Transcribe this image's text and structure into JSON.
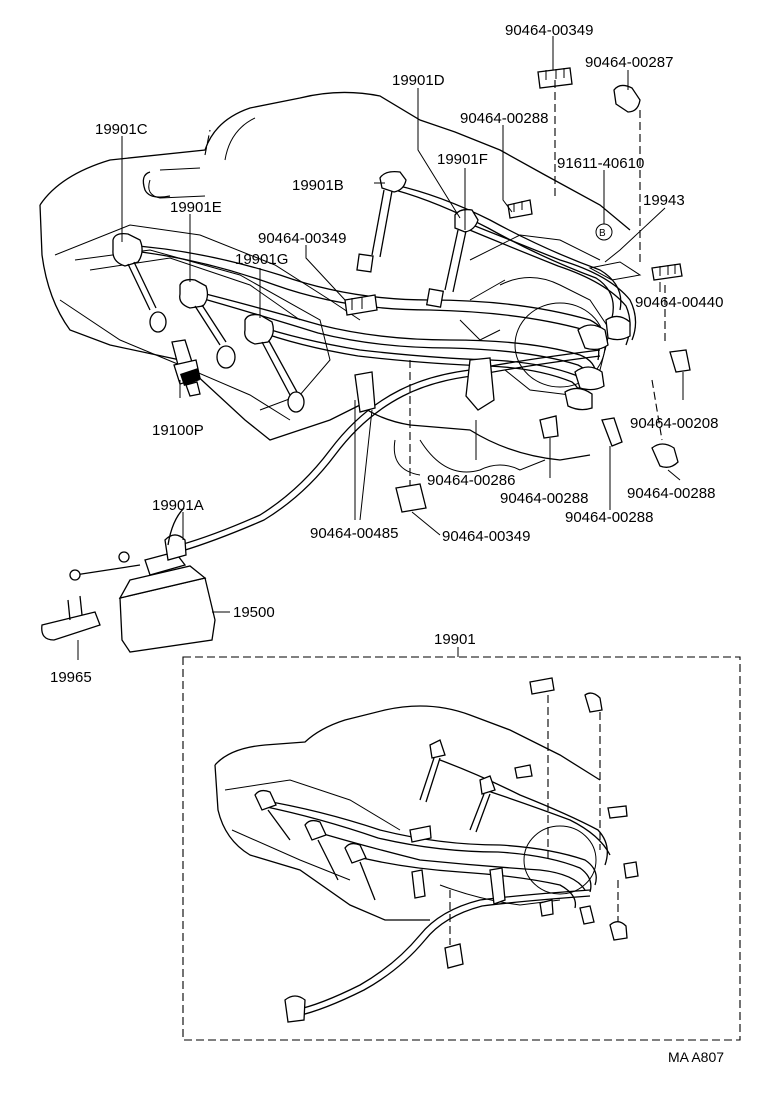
{
  "labels": {
    "p_90464_00349_top": "90464-00349",
    "p_90464_00287": "90464-00287",
    "p_19901D": "19901D",
    "p_90464_00288_a": "90464-00288",
    "p_19901C": "19901C",
    "p_19901F": "19901F",
    "p_91611_40610": "91611-40610",
    "p_19901B": "19901B",
    "p_19943": "19943",
    "p_19901E": "19901E",
    "p_90464_00349_mid": "90464-00349",
    "p_19901G": "19901G",
    "p_90464_00440": "90464-00440",
    "p_90464_00208": "90464-00208",
    "p_19100P": "19100P",
    "p_90464_00286": "90464-00286",
    "p_90464_00288_b": "90464-00288",
    "p_90464_00288_c": "90464-00288",
    "p_90464_00288_d": "90464-00288",
    "p_19901A": "19901A",
    "p_90464_00485": "90464-00485",
    "p_90464_00349_low": "90464-00349",
    "p_19500": "19500",
    "p_19965": "19965",
    "p_19901": "19901",
    "circle_marker": "B",
    "drawing_code": "MA A807"
  }
}
